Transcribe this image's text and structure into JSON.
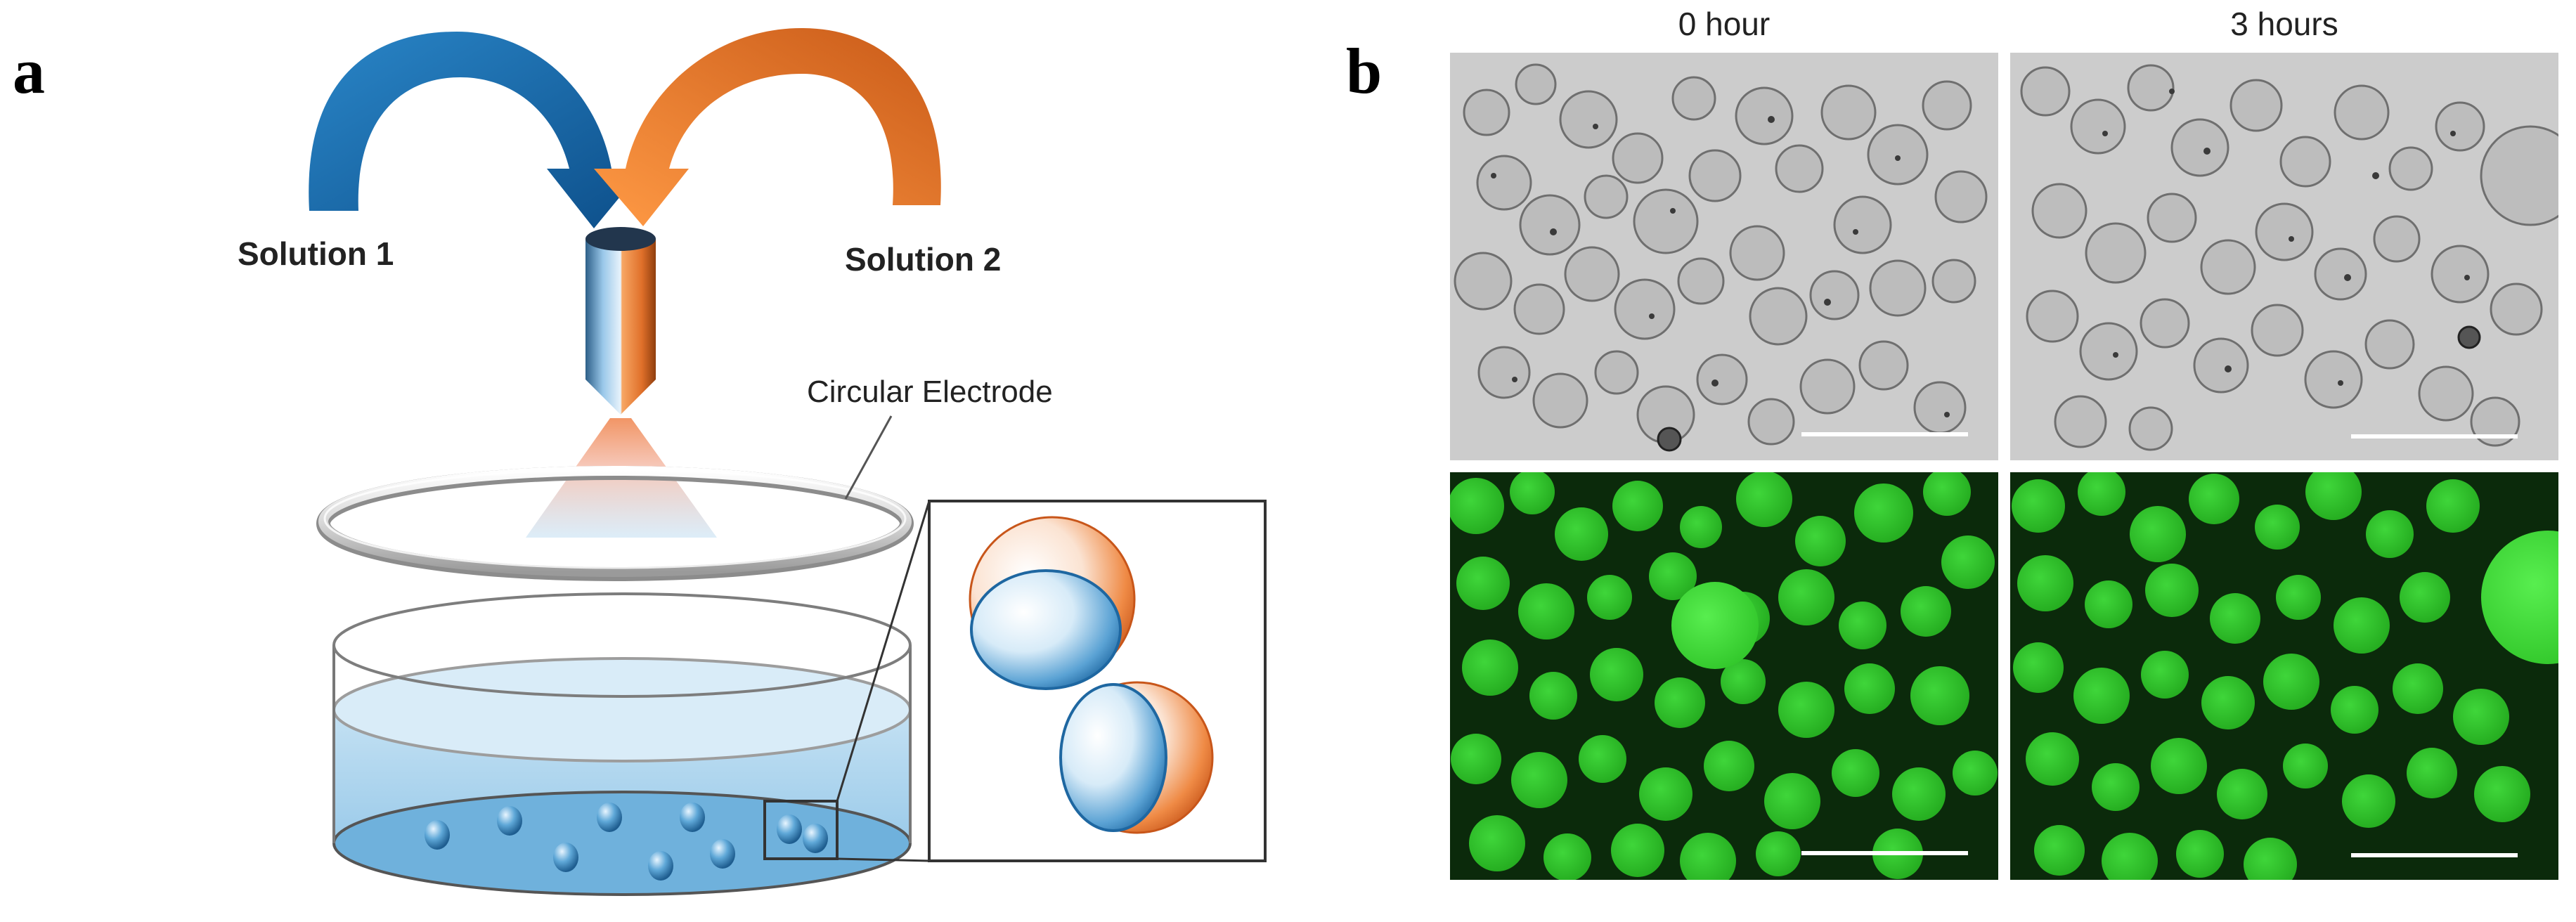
{
  "panels": {
    "a": {
      "letter": "a"
    },
    "b": {
      "letter": "b"
    }
  },
  "labels": {
    "solution_1": "Solution 1",
    "solution_2": "Solution 2",
    "circular_electrode": "Circular Electrode"
  },
  "micrographs": {
    "col_0_time": "0 hour",
    "col_1_time": "3 hours"
  },
  "colors": {
    "blue_arrow": "#1f6fae",
    "orange_arrow": "#e0702a",
    "liquid": "#9ccbe8",
    "brightfield_bg": "#c9c9c9",
    "fluorescence_bg": "#0a260a",
    "cell_green": "#33c52b"
  }
}
